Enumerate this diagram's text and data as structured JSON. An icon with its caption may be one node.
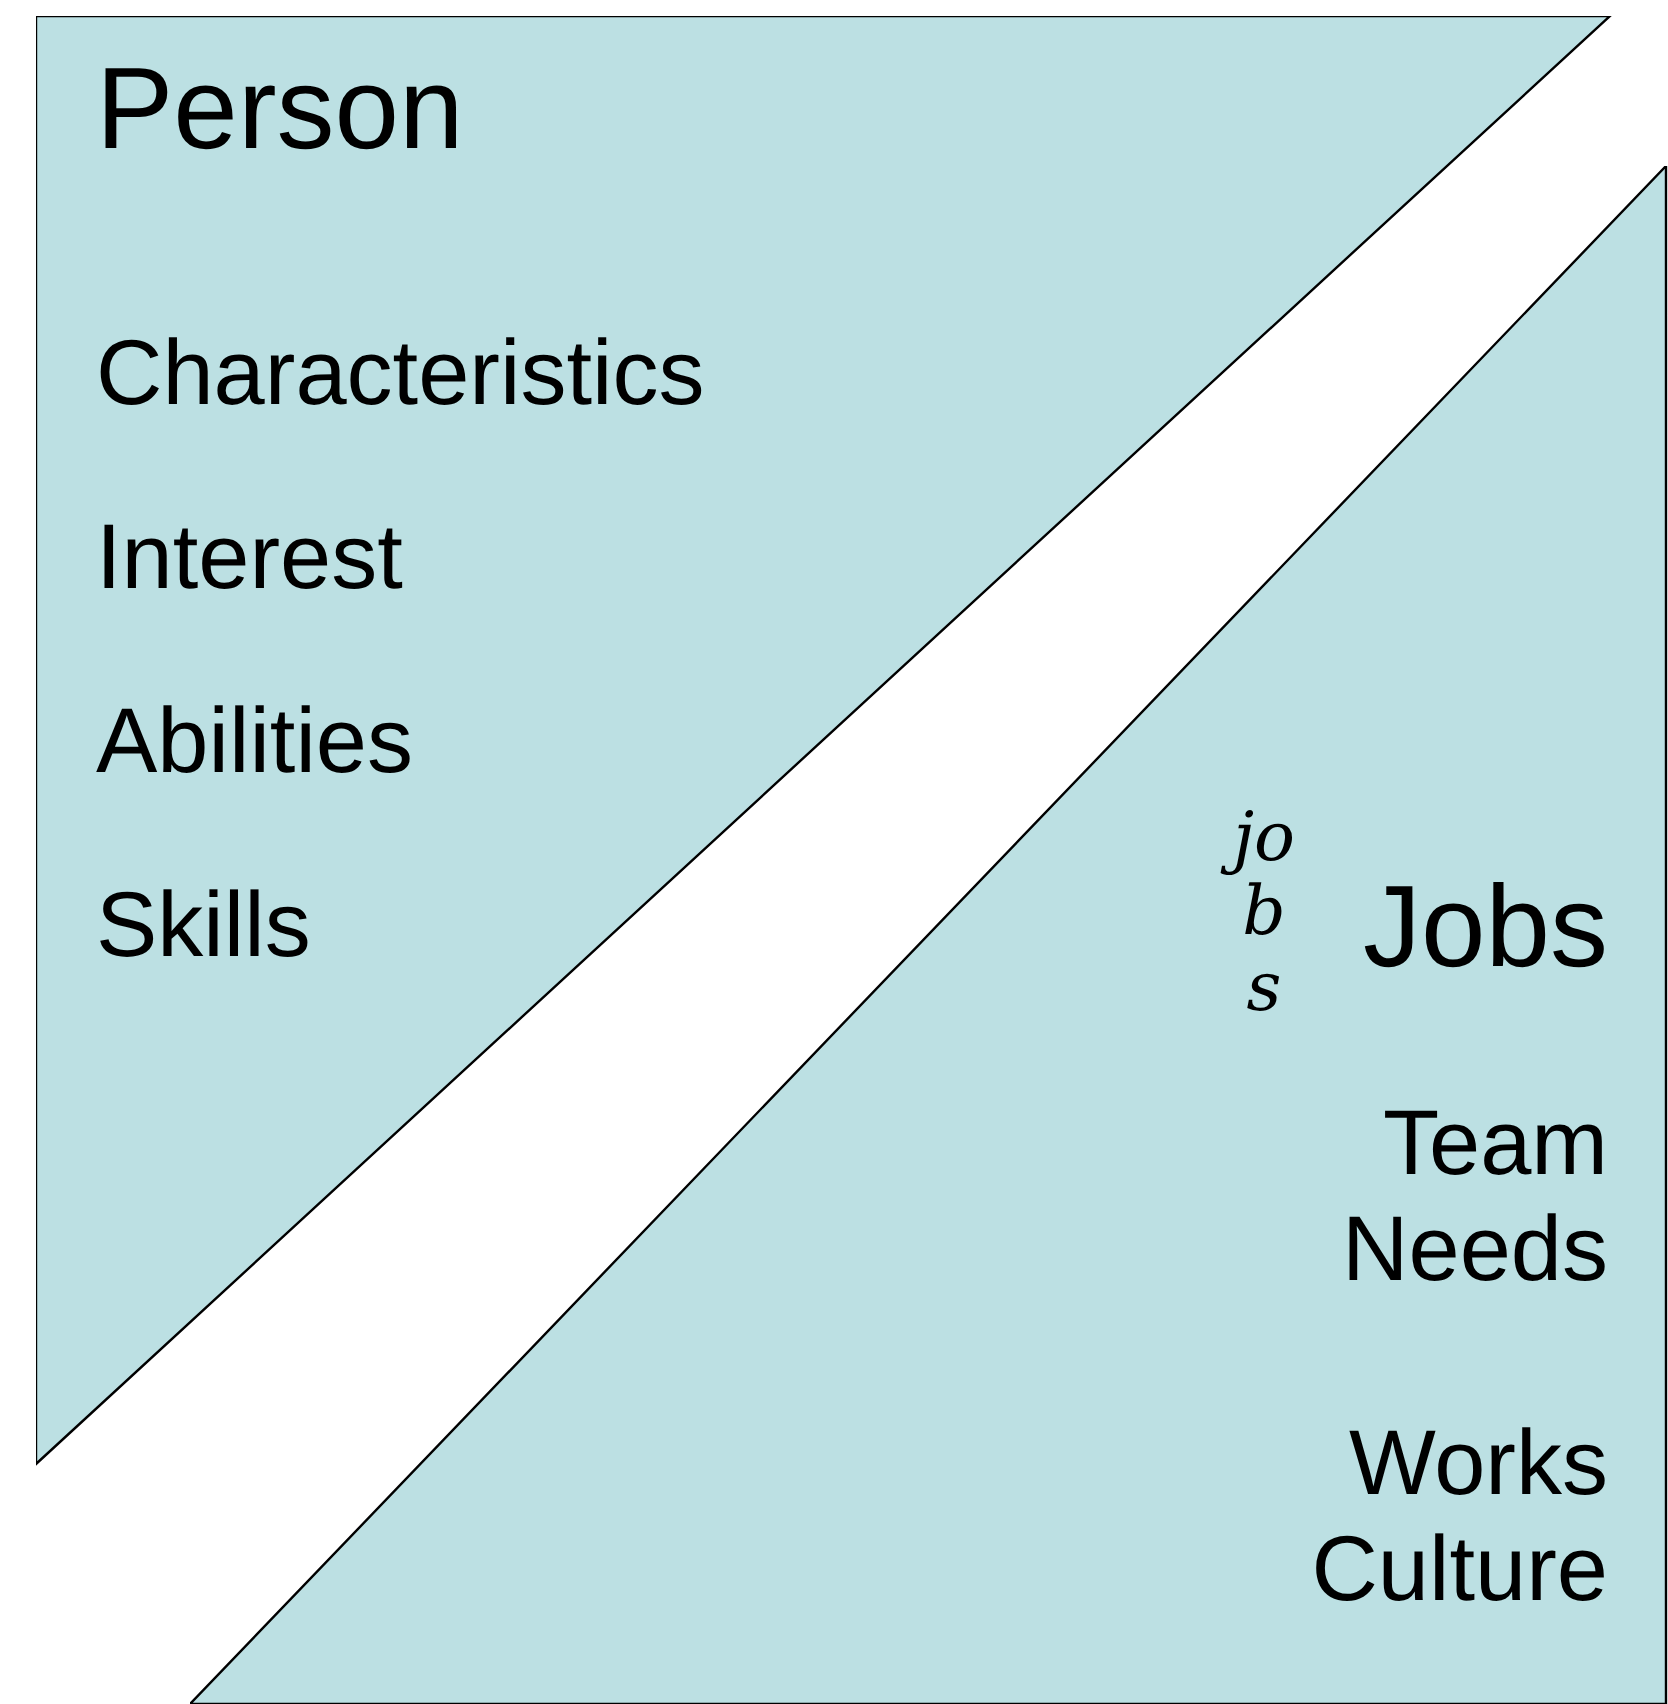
{
  "diagram": {
    "nodes": [
      {
        "text": [
          "Person",
          "Characteristics",
          "Interest",
          "Abilities",
          "Skills"
        ]
      },
      {
        "text": [
          "jobs",
          "Jobs",
          "Team Needs",
          "Works Culture"
        ]
      }
    ]
  }
}
